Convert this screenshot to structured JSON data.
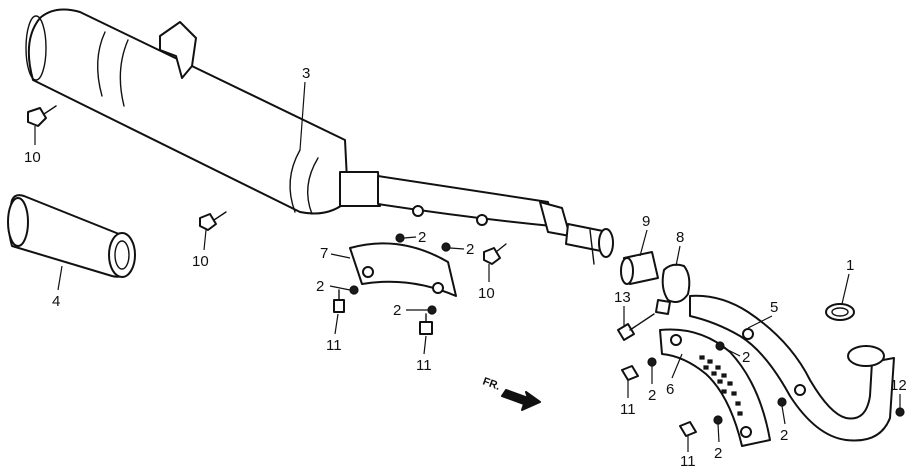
{
  "callouts": {
    "muffler": "3",
    "silencer_tube": "4",
    "bolt_upper_left": "10",
    "bolt_mid_left": "10",
    "bolt_center": "10",
    "heat_guard_upper": "7",
    "nut_a": "2",
    "nut_b": "2",
    "nut_c": "2",
    "nut_d": "2",
    "bolt_guard_left": "11",
    "bolt_guard_right": "11",
    "gasket_joint": "9",
    "clamp": "8",
    "clamp_bolt": "13",
    "exhaust_pipe": "5",
    "gasket_port": "1",
    "heat_guard_lower": "6",
    "nut_e": "2",
    "nut_f": "2",
    "nut_g": "2",
    "nut_h": "2",
    "bolt_lower_a": "11",
    "bolt_lower_b": "11",
    "nut_port": "12"
  },
  "direction_label": "FR."
}
